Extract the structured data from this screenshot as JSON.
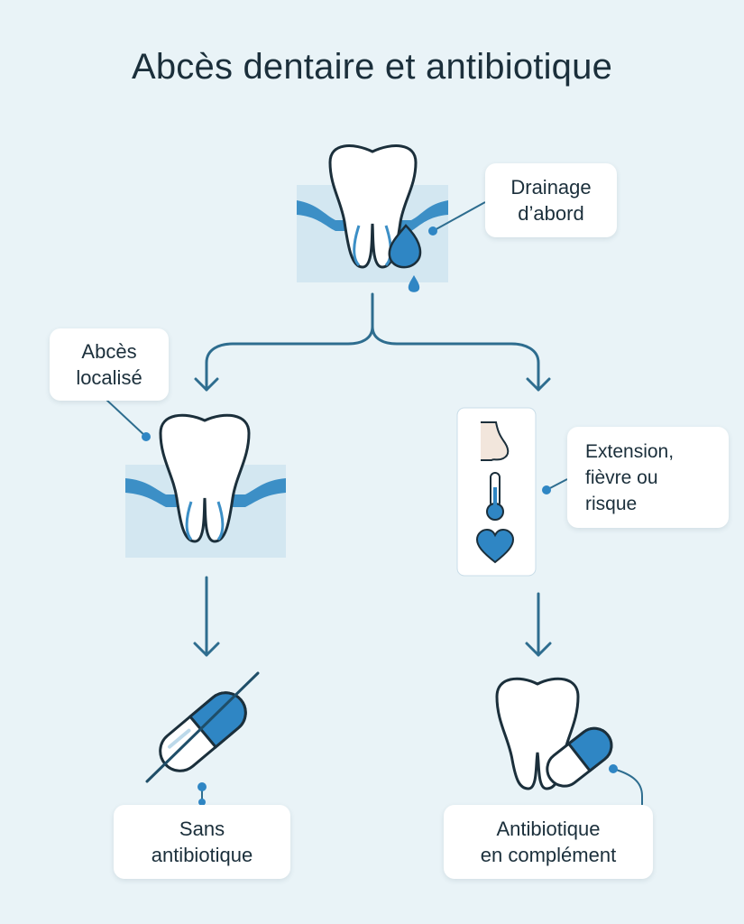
{
  "title": "Abcès dentaire et antibiotique",
  "labels": {
    "drainage": [
      "Drainage",
      "d’abord"
    ],
    "localized": [
      "Abcès",
      "localisé"
    ],
    "extension": [
      "Extension,",
      "fièvre ou",
      "risque"
    ],
    "no_antibiotic": [
      "Sans",
      "antibiotique"
    ],
    "with_antibiotic": [
      "Antibiotique",
      "en complément"
    ]
  },
  "colors": {
    "background": "#e9f3f7",
    "accent": "#2f86c4",
    "line": "#2e6d8f",
    "gum": "#d3e7f1",
    "text": "#1b2f3b"
  },
  "icons": [
    "tooth-icon",
    "pus-drop-icon",
    "neck-swelling-icon",
    "thermometer-icon",
    "heart-icon",
    "capsule-icon"
  ]
}
